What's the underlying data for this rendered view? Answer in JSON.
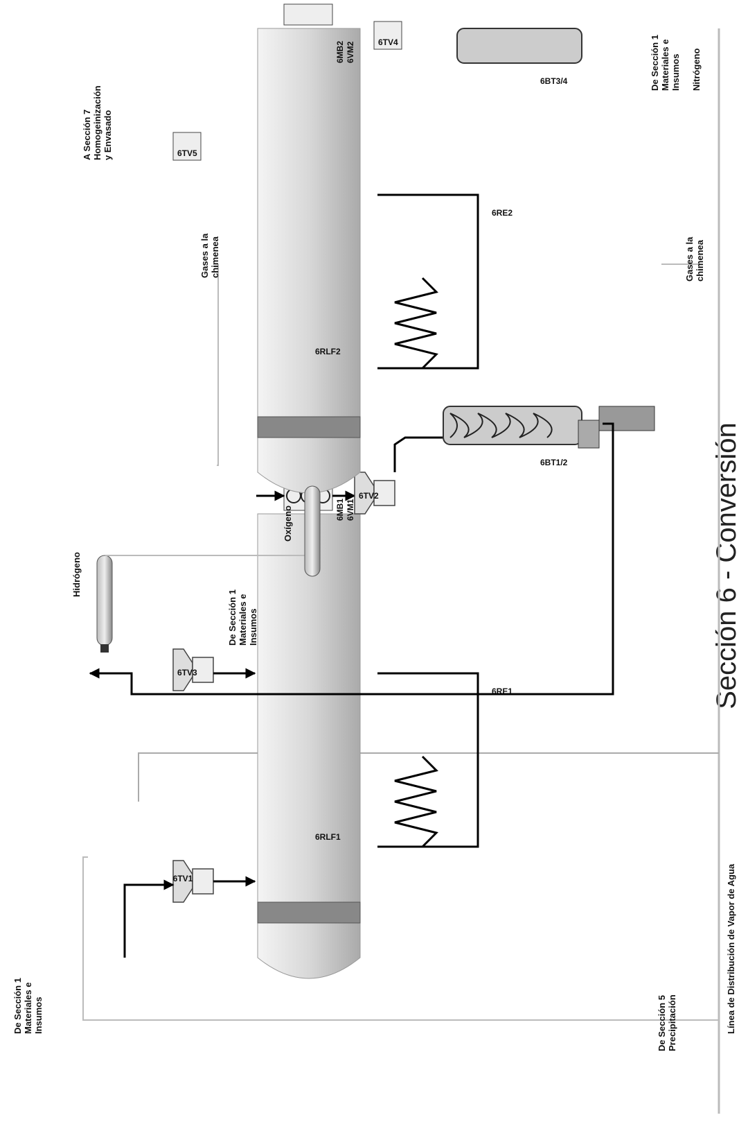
{
  "title": "Sección 6 - Conversión",
  "labels": {
    "steam_line": "Línea de Distribución de Vapor de Agua",
    "from_sec5": [
      "De Sección 5",
      "Precipitación"
    ],
    "from_sec1_a": [
      "De Sección 1",
      "Materiales e",
      "Insumos"
    ],
    "from_sec1_b": [
      "De Sección 1",
      "Materiales e",
      "Insumos"
    ],
    "from_sec1_c": [
      "De Sección 1",
      "Materiales e",
      "Insumos"
    ],
    "hydrogen": "Hidrógeno",
    "oxygen": "Oxígeno",
    "nitrogen": "Nitrógeno",
    "gases_1": [
      "Gases a la",
      "chimenea"
    ],
    "gases_2": [
      "Gases a la",
      "chimenea"
    ],
    "to_sec7": [
      "A Sección 7",
      "Homogeinización",
      "y Envasado"
    ]
  },
  "equipment": {
    "tv1": "6TV1",
    "tv2": "6TV2",
    "tv3": "6TV3",
    "tv4": "6TV4",
    "tv5": "6TV5",
    "rlf1": "6RLF1",
    "rlf2": "6RLF2",
    "re1": "6RE1",
    "re2": "6RE2",
    "mb1": [
      "6MB1",
      "6VM1"
    ],
    "mb2": [
      "6MB2",
      "6VM2"
    ],
    "bt12": "6BT1/2",
    "bt34": "6BT3/4"
  }
}
